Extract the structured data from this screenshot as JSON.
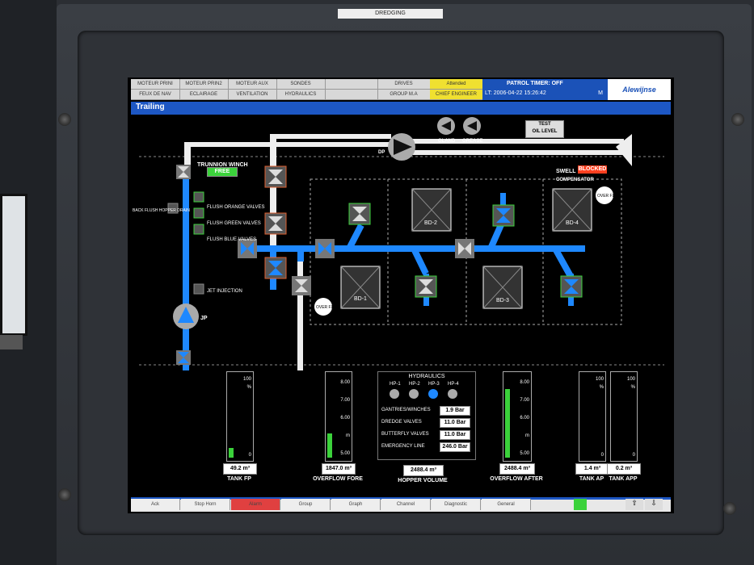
{
  "panel_label": "DREDGING",
  "topbar": {
    "row1": [
      "MOTEUR PRINI",
      "MOTEUR PRIN2",
      "MOTEUR AUX",
      "SONDES",
      "",
      "DRIVES",
      "Attended"
    ],
    "row2": [
      "FEUX DE NAV",
      "ECLAIRAGE",
      "VENTILATION",
      "HYDRAULICS",
      "",
      "GROUP M.A",
      "CHIEF ENGINEER"
    ],
    "patrol_timer": "PATROL TIMER: OFF",
    "datetime": "LT: 2006-04-22 15:26:42",
    "m_label": "M",
    "logo": "Alewijnse"
  },
  "title": "Trailing",
  "diagram": {
    "trunnion_winch": "TRUNNION WINCH",
    "trunnion_status": "FREE",
    "back_flush": "BACK FLUSH\nHOPPER DRAIN",
    "flush_orange": "FLUSH ORANGE VALVES",
    "flush_green": "FLUSH GREEN VALVES",
    "flush_blue": "FLUSH BLUE VALVES",
    "jet_injection": "JET INJECTION",
    "jp": "JP",
    "dp": "DP",
    "gland": "GLAND",
    "grease": "GREASE",
    "test_oil": "TEST\nOIL LEVEL",
    "swell": "SWELL",
    "swell_status": "BLOCKED",
    "compensator": "COMPENSATOR",
    "overflow": "OVER\nFLOW",
    "bd1": "BD-1",
    "bd2": "BD-2",
    "bd3": "BD-3",
    "bd4": "BD-4"
  },
  "gauges": {
    "tank_fp": {
      "label": "TANK FP",
      "value": "49.2 m³",
      "scale_top": "100",
      "unit": "%",
      "scale_bottom": "0",
      "level": 0.12
    },
    "overflow_fore": {
      "label": "OVERFLOW FORE",
      "value": "1847.0 m³",
      "ticks": [
        "8.00",
        "7.00",
        "6.00",
        "m",
        "5.00"
      ],
      "level": 0.3
    },
    "overflow_after": {
      "label": "OVERFLOW AFTER",
      "value": "2488.4 m³",
      "ticks": [
        "8.00",
        "7.00",
        "6.00",
        "m",
        "5.00"
      ],
      "level": 0.85
    },
    "tank_ap": {
      "label": "TANK AP",
      "value": "1.4 m³",
      "scale_top": "100",
      "unit": "%",
      "scale_bottom": "0",
      "level": 0.0
    },
    "tank_app": {
      "label": "TANK APP",
      "value": "0.2 m³",
      "scale_top": "100",
      "unit": "%",
      "scale_bottom": "0",
      "level": 0.0
    }
  },
  "hydraulics": {
    "title": "HYDRAULICS",
    "pumps": [
      "HP-1",
      "HP-2",
      "HP-3",
      "HP-4"
    ],
    "rows": [
      {
        "label": "GANTRIES/WINCHES",
        "value": "1.9 Bar"
      },
      {
        "label": "DREDGE VALVES",
        "value": "11.0 Bar"
      },
      {
        "label": "BUTTERFLY VALVES",
        "value": "11.0 Bar"
      },
      {
        "label": "EMERGENCY LINE",
        "value": "246.0 Bar"
      }
    ]
  },
  "hopper_volume": {
    "label": "HOPPER VOLUME",
    "value": "2488.4 m³"
  },
  "bottom_tabs": [
    "Ack",
    "Stop Horn",
    "Alarm",
    "Group",
    "Graph",
    "Channel",
    "Diagnostic",
    "General"
  ],
  "colors": {
    "pipe_blue": "#1e88ff",
    "pipe_white": "#eeeeee",
    "title_blue": "#1d57c4",
    "alarm_red": "#e04040",
    "free_green": "#3bd23b",
    "blocked_red": "#ff4020"
  }
}
